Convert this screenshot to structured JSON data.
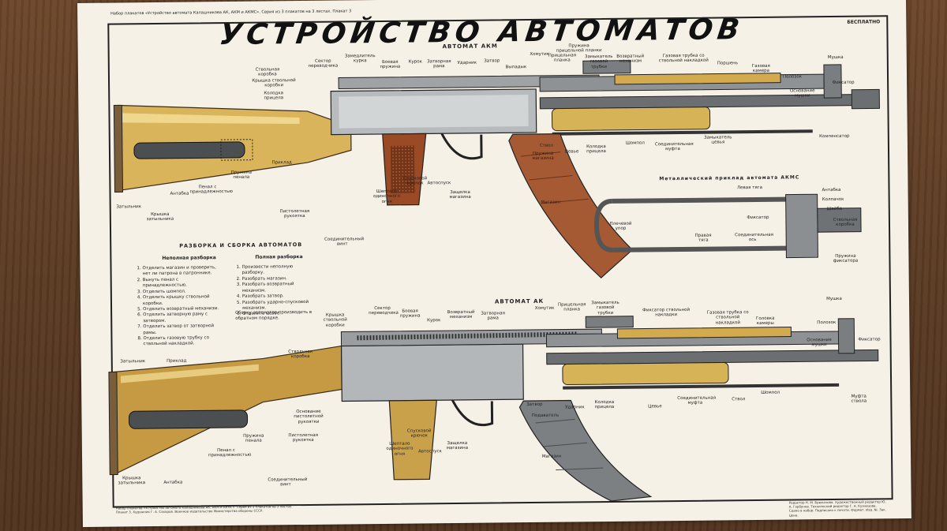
{
  "poster": {
    "serial": "Набор плакатов «Устройство автомата Калашникова АК, АКМ и АКМС». Серия из 3 плакатов на 3 листах. Плакат 3",
    "title": "УСТРОЙСТВО АВТОМАТОВ",
    "free_tag": "БЕСПЛАТНО"
  },
  "akm": {
    "title": "АВТОМАТ АКМ",
    "labels": {
      "stvolnaya_korobka": "Ствольная коробка",
      "kryshka_stvolnoy_korobki": "Крышка ствольной коробки",
      "kolodka_pritsela": "Колодка прицела",
      "sektor_perevodchika": "Сектор переводчика",
      "zamedlitel_kurka": "Замедлитель курка",
      "boevaya_pruzhina": "Боевая пружина",
      "kurok": "Курок",
      "zatvornaya_rama": "Затворная рама",
      "udarnik": "Ударник",
      "zatvor": "Затвор",
      "vypadyk": "Выпадык",
      "khomutik": "Хомутик",
      "pritselnaya_planka": "Прицельная планка",
      "pruzhina_pritselnoy_planki": "Пружина прицельной планки",
      "zamykatel_gazovoy_trubki": "Замыкатель газовой трубки",
      "vozvratny_mekhanizm": "Возвратный механизм",
      "gazovaya_trubka": "Газовая трубка со ствольной накладкой",
      "porshen": "Поршень",
      "gazovaya_kamera": "Газовая камера",
      "mushka": "Мушка",
      "polozok": "Полозок",
      "osnovanie_mushki": "Основание мушки",
      "fiksator": "Фиксатор",
      "kompensator": "Компенсатор",
      "priklad": "Приклад",
      "penal": "Пенал с принадлежностью",
      "pruzhina_penala": "Пружина пенала",
      "antabka": "Антабка",
      "zatylnik": "Затыльник",
      "kryshka_zatylnika": "Крышка затыльника",
      "shepotalo": "Шептало одиночного огня",
      "spuskovoy_kryuchok": "Спусковой крючок",
      "avtospusk": "Автоспуск",
      "zashchelka_magazina": "Защелка магазина",
      "pistoletnaya_rukoyatka": "Пистолетная рукоятка",
      "soedinitelny_vint": "Соединительный винт",
      "stvol": "Ствол",
      "pruzhina_magazina": "Пружина магазина",
      "tsevye": "Цевье",
      "kolodka_pritsela2": "Колодка прицела",
      "shompol": "Шомпол",
      "soed_mufta": "Соединительная муфта",
      "zamykatel_tsevya": "Замыкатель цевья",
      "magazin": "Магазин"
    }
  },
  "akms": {
    "title": "Металлический приклад автомата АКМС",
    "labels": {
      "levaya_tyaga": "Левая тяга",
      "antabka": "Антабка",
      "kolpachok": "Колпачок",
      "shayba": "Шайба",
      "plechevoy_upor": "Плечевой упор",
      "fiksator": "Фиксатор",
      "stvolnaya_korobka": "Ствольная коробка",
      "pravaya_tyaga": "Правая тяга",
      "soed_os": "Соединительная ось",
      "pruzhina_fiksatora": "Пружина фиксатора"
    }
  },
  "assembly": {
    "title": "РАЗБОРКА И СБОРКА АВТОМАТОВ",
    "partial_title": "Неполная разборка",
    "partial_steps": [
      "Отделить магазин и проверить, нет ли патрона в патроннике.",
      "Вынуть пенал с принадлежностью.",
      "Отделить шомпол.",
      "Отделить крышку ствольной коробки.",
      "Отделить возвратный механизм.",
      "Отделить затворную раму с затвором.",
      "Отделить затвор от затворной рамы.",
      "Отделить газовую трубку со ствольной накладкой."
    ],
    "full_title": "Полная разборка",
    "full_steps": [
      "Произвести неполную разборку.",
      "Разобрать магазин.",
      "Разобрать возвратный механизм.",
      "Разобрать затвор.",
      "Разобрать ударно-спусковой механизм.",
      "Отделить цевье."
    ],
    "note": "Сборку автоматов производить в обратном порядке."
  },
  "ak": {
    "title": "АВТОМАТ АК",
    "labels": {
      "sektor_perevodchika": "Сектор переводчика",
      "boevaya_pruzhina": "Боевая пружина",
      "kurok": "Курок",
      "vozvratny_mekhanizm": "Возвратный механизм",
      "zatvornaya_rama": "Затворная рама",
      "khomutik": "Хомутик",
      "pritselnaya_planka": "Прицельная планка",
      "zamykatel_gazovoy_trubki": "Замыкатель газовой трубки",
      "fiksator_stvolnoy": "Фиксатор ствольной накладки",
      "gazovaya_trubka": "Газовая трубка со ствольной накладкой",
      "golovka_kamery": "Головка камеры",
      "mushka": "Мушка",
      "polozok": "Полозок",
      "osnovanie_mushki": "Основание мушки",
      "fiksator": "Фиксатор",
      "kryshka_stvolnoy": "Крышка ствольной коробки",
      "zatylnik": "Затыльник",
      "priklad": "Приклад",
      "stvolnaya_korobka": "Ствольная коробка",
      "osnovnaya_pistoletnaya": "Основание пистолетной рукоятки",
      "pistoletnaya_rukoyatka": "Пистолетная рукоятка",
      "pruzhina_penala": "Пружина пенала",
      "penal": "Пенал с принадлежностью",
      "kryshka_zatylnika": "Крышка затыльника",
      "antabka": "Антабка",
      "soedinitelny_vint": "Соединительный винт",
      "shepotalo": "Шептало одиночного огня",
      "spuskovoy_kryuchok": "Спусковой крючок",
      "avtospusk": "Автоспуск",
      "zashchelka": "Защелка магазина",
      "zatvor": "Затвор",
      "podavatel": "Подаватель",
      "udarnik": "Ударник",
      "kolodka_pritsela": "Колодка прицела",
      "tsevye": "Цевье",
      "soed_mufta": "Соединительная муфта",
      "stvol": "Ствол",
      "shompol": "Шомпол",
      "mufta_stvola": "Муфта ствола",
      "magazin": "Магазин"
    }
  },
  "footer": {
    "left": "Набор плакатов «Устройство автомата Калашникова АК, АКМ и АКМС». Серия из 3 плакатов на 3 листах. Плакат 3. Художник Г. А. Сахаров. Военное издательство Министерства обороны СССР.",
    "right": "Редактор Н. М. Брюхачева. Художественный редактор Ю. А. Горбунов. Технический редактор Г. А. Кузнецова. Сдано в набор. Подписано к печати. Формат. Изд. №. Зак. Цена."
  },
  "colors": {
    "wood": "#c9a14a",
    "wood_light": "#e9d083",
    "bakelite": "#9b4a26",
    "metal": "#8a8d8f",
    "steel_dark": "#4a4c4e"
  }
}
